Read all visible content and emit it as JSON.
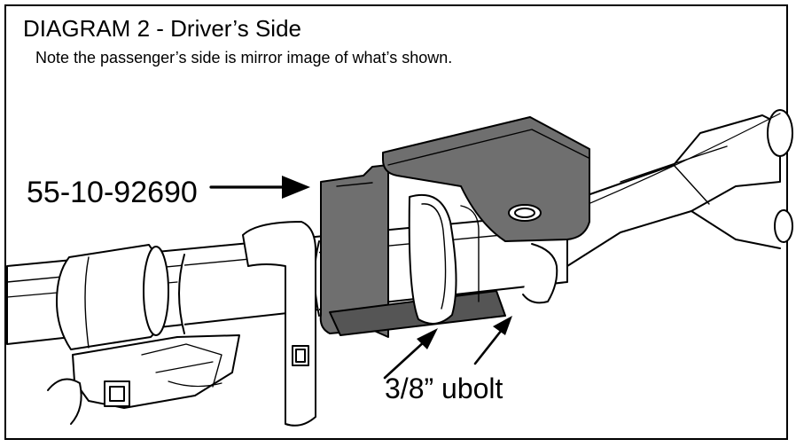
{
  "diagram": {
    "title": "DIAGRAM 2 - Driver’s Side",
    "note": "Note the passenger’s side is mirror image of what’s shown.",
    "part_number": "55-10-92690",
    "ubolt_label": "3/8” ubolt"
  },
  "colors": {
    "bracket": "#6f6f6f",
    "bracket_dark": "#555555",
    "line": "#000000",
    "background": "#ffffff"
  }
}
